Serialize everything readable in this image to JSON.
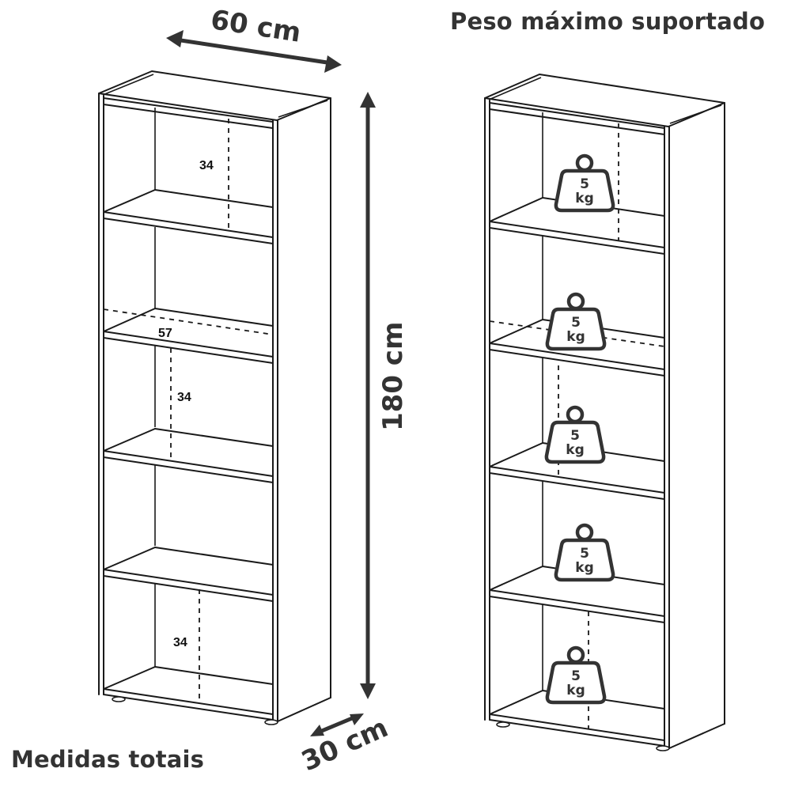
{
  "titles": {
    "left": "Medidas totais",
    "right": "Peso máximo suportado"
  },
  "dimensions": {
    "width": "60 cm",
    "height": "180 cm",
    "depth": "30 cm"
  },
  "left_shelf": {
    "measurements": [
      {
        "id": "top-compartment-height",
        "value": "34"
      },
      {
        "id": "internal-width",
        "value": "57"
      },
      {
        "id": "middle-compartment-height",
        "value": "34"
      },
      {
        "id": "bottom-compartment-height",
        "value": "34"
      }
    ]
  },
  "right_shelf": {
    "weights": [
      {
        "value": "5",
        "unit": "kg"
      },
      {
        "value": "5",
        "unit": "kg"
      },
      {
        "value": "5",
        "unit": "kg"
      },
      {
        "value": "5",
        "unit": "kg"
      },
      {
        "value": "5",
        "unit": "kg"
      }
    ]
  },
  "colors": {
    "text": "#333333",
    "line": "#1a1a1a",
    "background": "#ffffff"
  }
}
